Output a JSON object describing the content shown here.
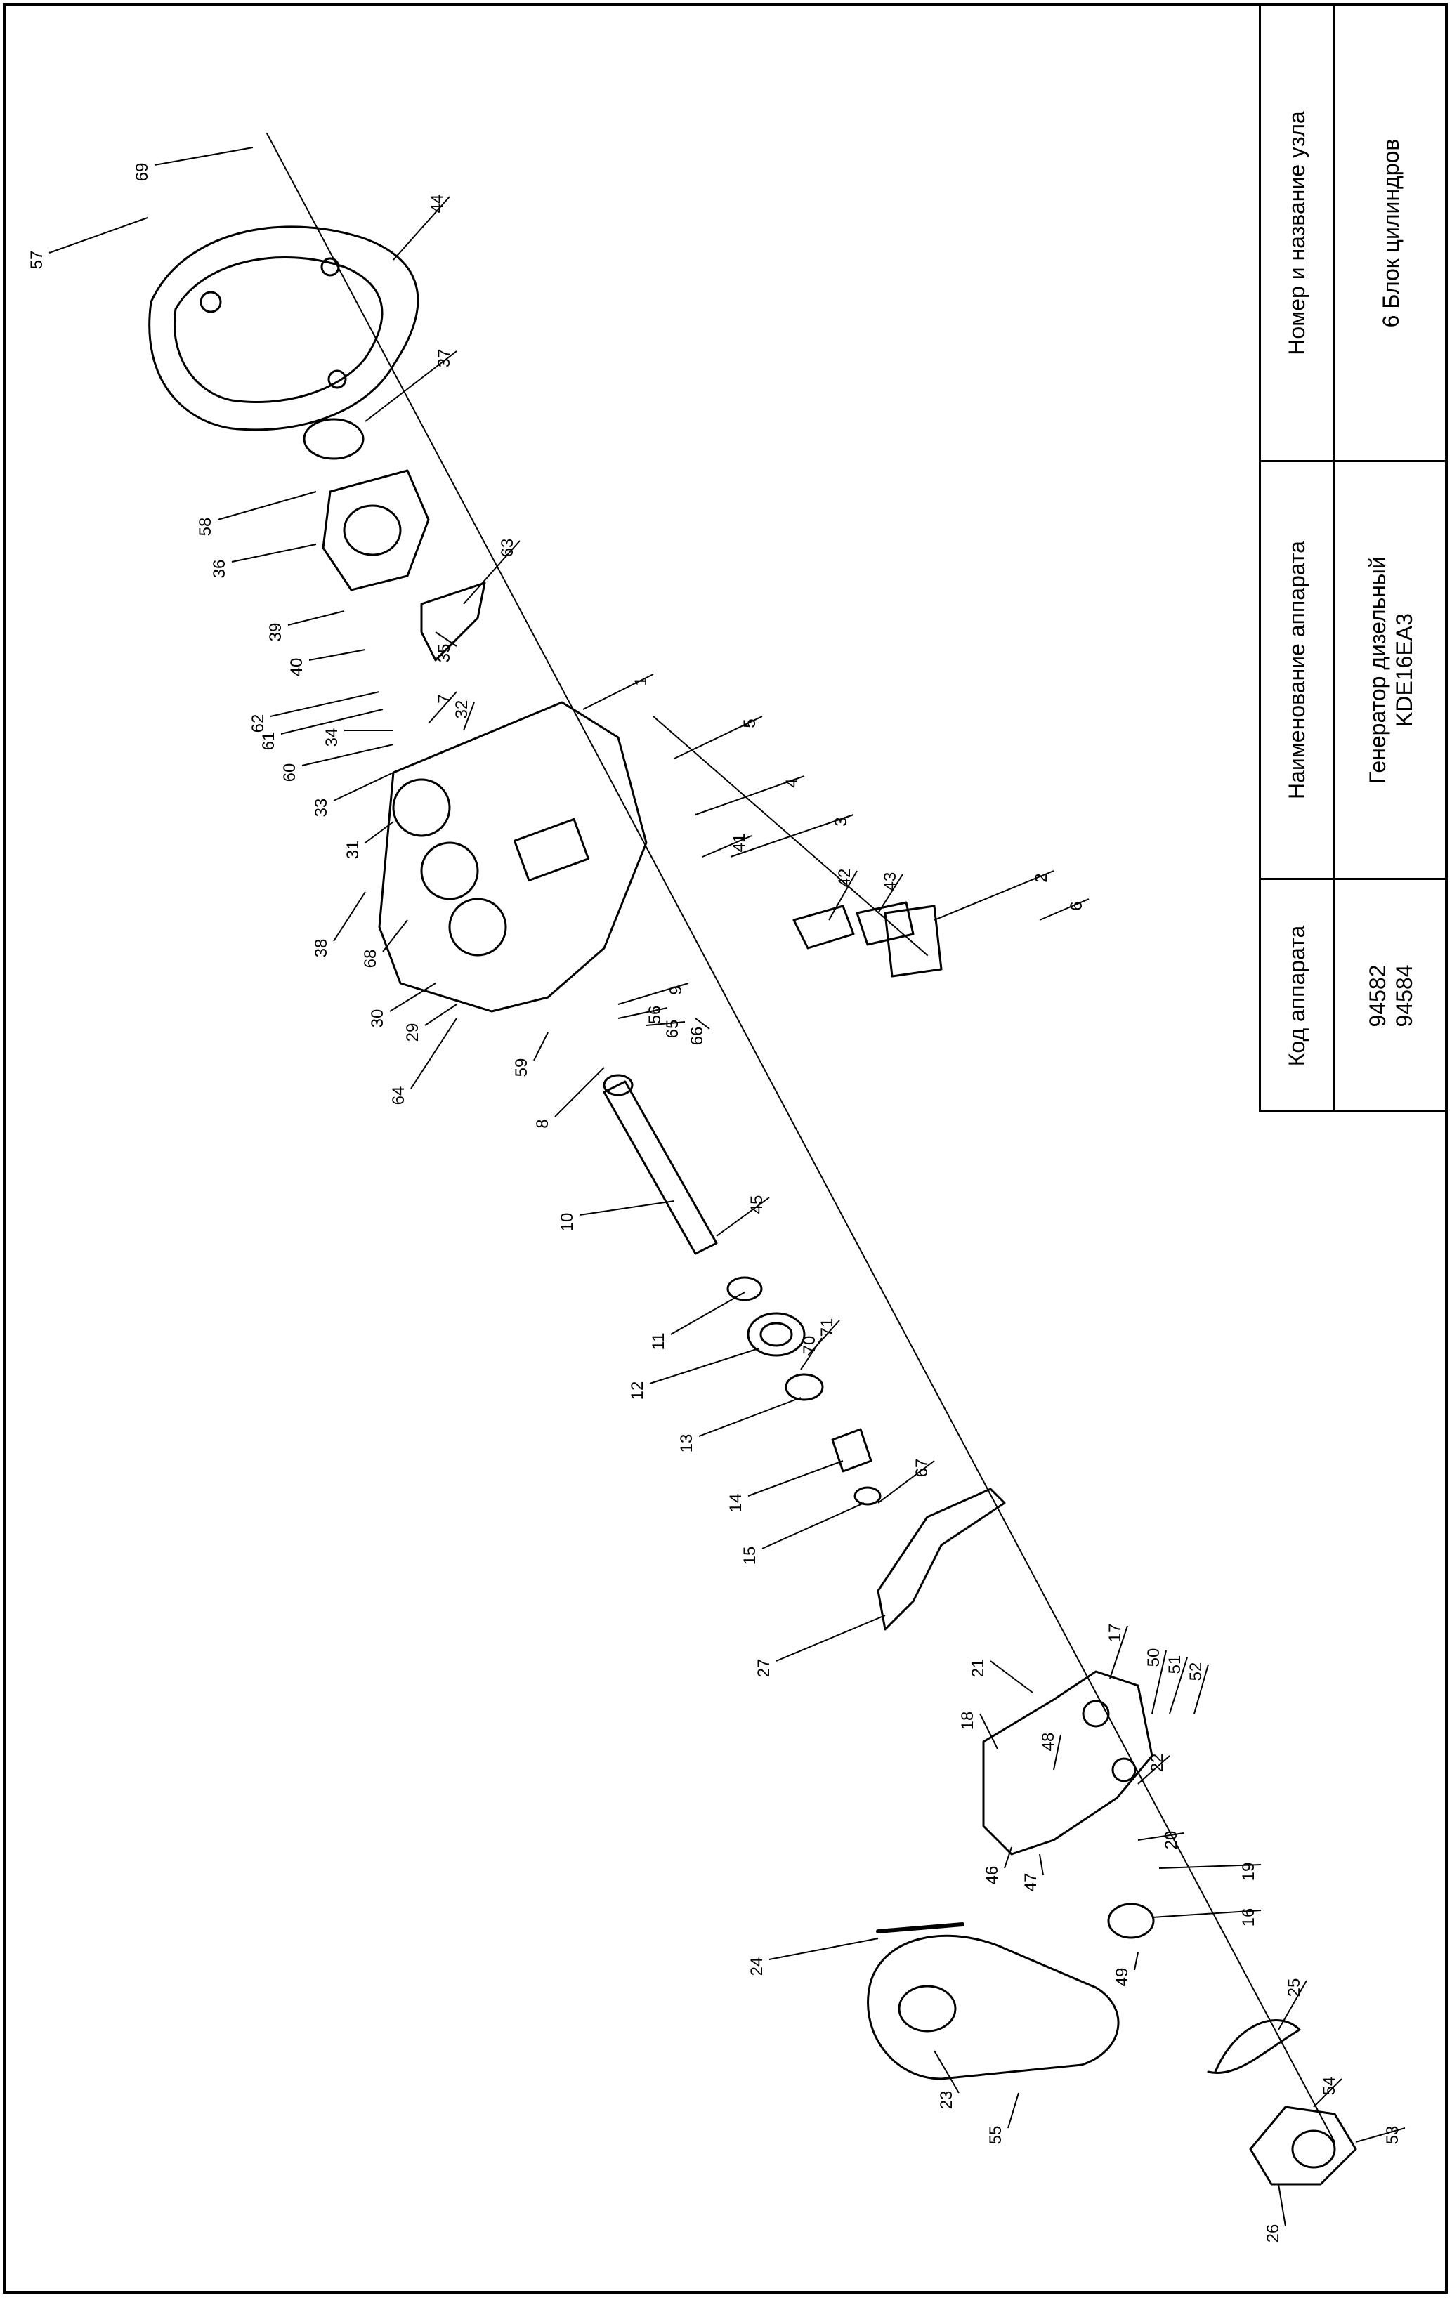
{
  "title_block": {
    "node_header": "Номер и название узла",
    "node_value": "6 Блок цилиндров",
    "device_header": "Наименование аппарата",
    "device_value_line1": "Генератор дизельный",
    "device_value_line2": "KDE16EA3",
    "code_header": "Код аппарата",
    "code_value_line1": "94582",
    "code_value_line2": "94584"
  },
  "callouts": [
    "1",
    "2",
    "3",
    "4",
    "5",
    "6",
    "7",
    "8",
    "9",
    "10",
    "11",
    "12",
    "13",
    "14",
    "15",
    "16",
    "17",
    "18",
    "19",
    "20",
    "21",
    "22",
    "23",
    "24",
    "25",
    "26",
    "27",
    "29",
    "30",
    "31",
    "32",
    "33",
    "34",
    "35",
    "36",
    "37",
    "38",
    "39",
    "40",
    "41",
    "42",
    "43",
    "44",
    "45",
    "46",
    "47",
    "48",
    "49",
    "50",
    "51",
    "52",
    "53",
    "54",
    "55",
    "56",
    "57",
    "58",
    "59",
    "60",
    "61",
    "62",
    "63",
    "64",
    "65",
    "66",
    "67",
    "68",
    "69",
    "70",
    "71"
  ]
}
